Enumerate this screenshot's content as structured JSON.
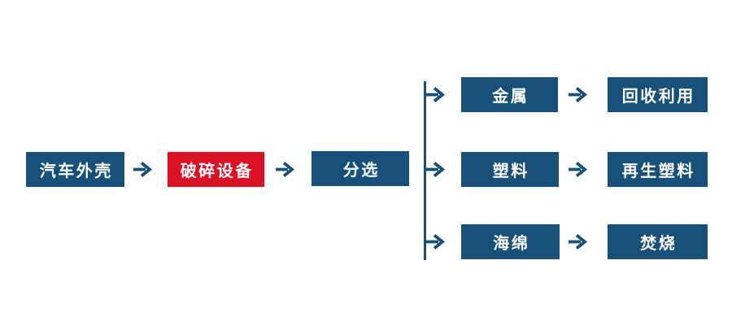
{
  "diagram": {
    "type": "flowchart",
    "description": "车用废料回收处理流程图",
    "colors": {
      "primary_blue": "#175078",
      "accent_red": "#DD1126",
      "text": "#FFFFFF",
      "background": "#FFFFFF"
    },
    "main_flow": {
      "nodes": [
        {
          "id": "car-shell",
          "label": "汽车外壳",
          "color": "blue"
        },
        {
          "id": "crushing-equipment",
          "label": "破碎设备",
          "color": "red"
        },
        {
          "id": "sorting",
          "label": "分选",
          "color": "blue"
        }
      ]
    },
    "branches": [
      {
        "material": "金属",
        "outcome": "回收利用"
      },
      {
        "material": "塑料",
        "outcome": "再生塑料"
      },
      {
        "material": "海绵",
        "outcome": "焚烧"
      }
    ]
  }
}
